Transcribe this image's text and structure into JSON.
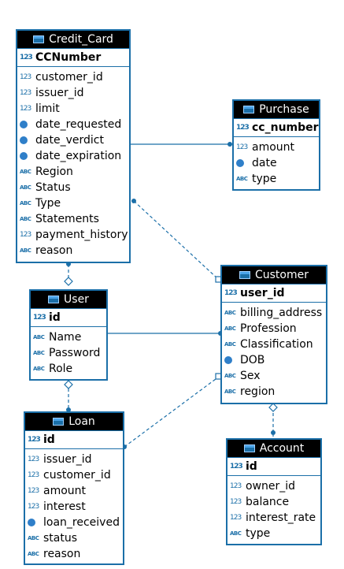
{
  "entities": {
    "credit_card": {
      "name": "Credit_Card",
      "pk": "CCNumber",
      "columns": [
        {
          "icon": "123",
          "label": "customer_id"
        },
        {
          "icon": "123",
          "label": "issuer_id"
        },
        {
          "icon": "123",
          "label": "limit"
        },
        {
          "icon": "clock",
          "label": "date_requested"
        },
        {
          "icon": "clock",
          "label": "date_verdict"
        },
        {
          "icon": "clock",
          "label": "date_expiration"
        },
        {
          "icon": "ABC",
          "label": "Region"
        },
        {
          "icon": "ABC",
          "label": "Status"
        },
        {
          "icon": "ABC",
          "label": "Type"
        },
        {
          "icon": "ABC",
          "label": "Statements"
        },
        {
          "icon": "123",
          "label": "payment_history"
        },
        {
          "icon": "ABC",
          "label": "reason"
        }
      ]
    },
    "purchase": {
      "name": "Purchase",
      "pk": "cc_number",
      "columns": [
        {
          "icon": "123",
          "label": "amount"
        },
        {
          "icon": "clock",
          "label": "date"
        },
        {
          "icon": "ABC",
          "label": "type"
        }
      ]
    },
    "customer": {
      "name": "Customer",
      "pk": "user_id",
      "columns": [
        {
          "icon": "ABC",
          "label": "billing_address"
        },
        {
          "icon": "ABC",
          "label": "Profession"
        },
        {
          "icon": "ABC",
          "label": "Classification"
        },
        {
          "icon": "clock",
          "label": "DOB"
        },
        {
          "icon": "ABC",
          "label": "Sex"
        },
        {
          "icon": "ABC",
          "label": "region"
        }
      ]
    },
    "user": {
      "name": "User",
      "pk": "id",
      "columns": [
        {
          "icon": "ABC",
          "label": "Name"
        },
        {
          "icon": "ABC",
          "label": "Password"
        },
        {
          "icon": "ABC",
          "label": "Role"
        }
      ]
    },
    "loan": {
      "name": "Loan",
      "pk": "id",
      "columns": [
        {
          "icon": "123",
          "label": "issuer_id"
        },
        {
          "icon": "123",
          "label": "customer_id"
        },
        {
          "icon": "123",
          "label": "amount"
        },
        {
          "icon": "123",
          "label": "interest"
        },
        {
          "icon": "clock",
          "label": "loan_received"
        },
        {
          "icon": "ABC",
          "label": "status"
        },
        {
          "icon": "ABC",
          "label": "reason"
        }
      ]
    },
    "account": {
      "name": "Account",
      "pk": "id",
      "columns": [
        {
          "icon": "123",
          "label": "owner_id"
        },
        {
          "icon": "123",
          "label": "balance"
        },
        {
          "icon": "123",
          "label": "interest_rate"
        },
        {
          "icon": "ABC",
          "label": "type"
        }
      ]
    }
  },
  "relationships": [
    {
      "from": "credit_card",
      "to": "purchase",
      "style": "solid"
    },
    {
      "from": "credit_card",
      "to": "customer",
      "style": "dashed"
    },
    {
      "from": "credit_card",
      "to": "user",
      "style": "dashed"
    },
    {
      "from": "user",
      "to": "customer",
      "style": "solid"
    },
    {
      "from": "user",
      "to": "loan",
      "style": "dashed"
    },
    {
      "from": "loan",
      "to": "customer",
      "style": "dashed"
    },
    {
      "from": "customer",
      "to": "account",
      "style": "dashed"
    }
  ],
  "colors": {
    "accent": "#1b6fa8",
    "header_bg": "#000000",
    "date_icon": "#2f7fc9"
  }
}
